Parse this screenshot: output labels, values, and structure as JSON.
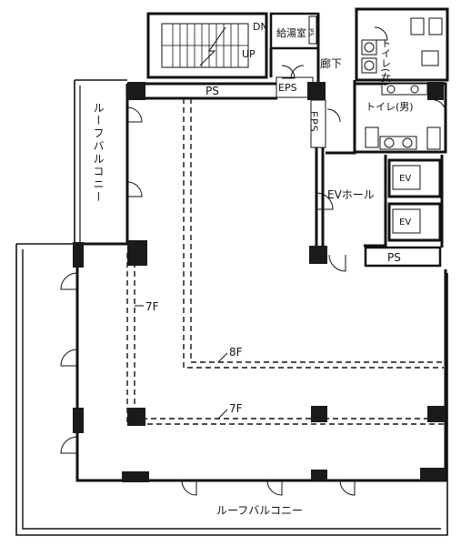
{
  "labels": {
    "dn": "DN",
    "up": "UP",
    "kitchenette": "給湯室",
    "ps_small": "PS",
    "ps_top": "PS",
    "ps_bottom": "PS",
    "eps_top": "EPS",
    "eps_vertical": "EPS",
    "corridor": "廊下",
    "toilet_women": "トイレ(女)",
    "toilet_men": "トイレ(男)",
    "ev1": "EV",
    "ev2": "EV",
    "ev_hall": "EVホール",
    "roof_balcony_left": "ルーフバルコニー",
    "roof_balcony_bottom": "ルーフバルコニー",
    "floor_7f_left": "7F",
    "floor_8f": "8F",
    "floor_7f_bottom": "7F"
  }
}
